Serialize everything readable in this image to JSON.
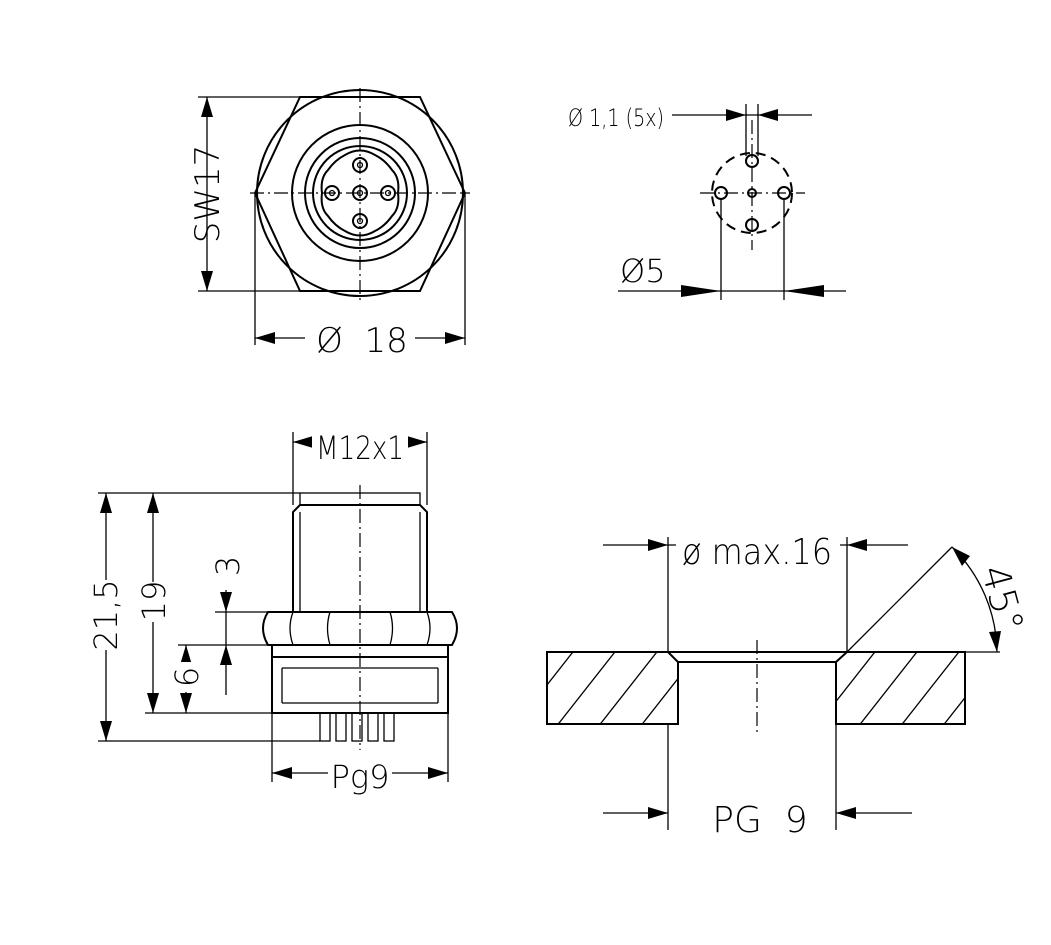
{
  "front_view": {
    "wrench_size": "SW17",
    "diameter": "Ø  18"
  },
  "pin_layout": {
    "pin_hole": "Ø 1,1 (5x)",
    "pitch_circle": "Ø5"
  },
  "side_view": {
    "thread": "M12x1",
    "overall_length": "21,5",
    "length_to_nut": "19",
    "top_dim": "3",
    "mid_dim": "6",
    "base_thread": "Pg9"
  },
  "panel_cutout": {
    "max_diameter": "ø max.16",
    "angle": "45°",
    "thread": "PG  9"
  }
}
